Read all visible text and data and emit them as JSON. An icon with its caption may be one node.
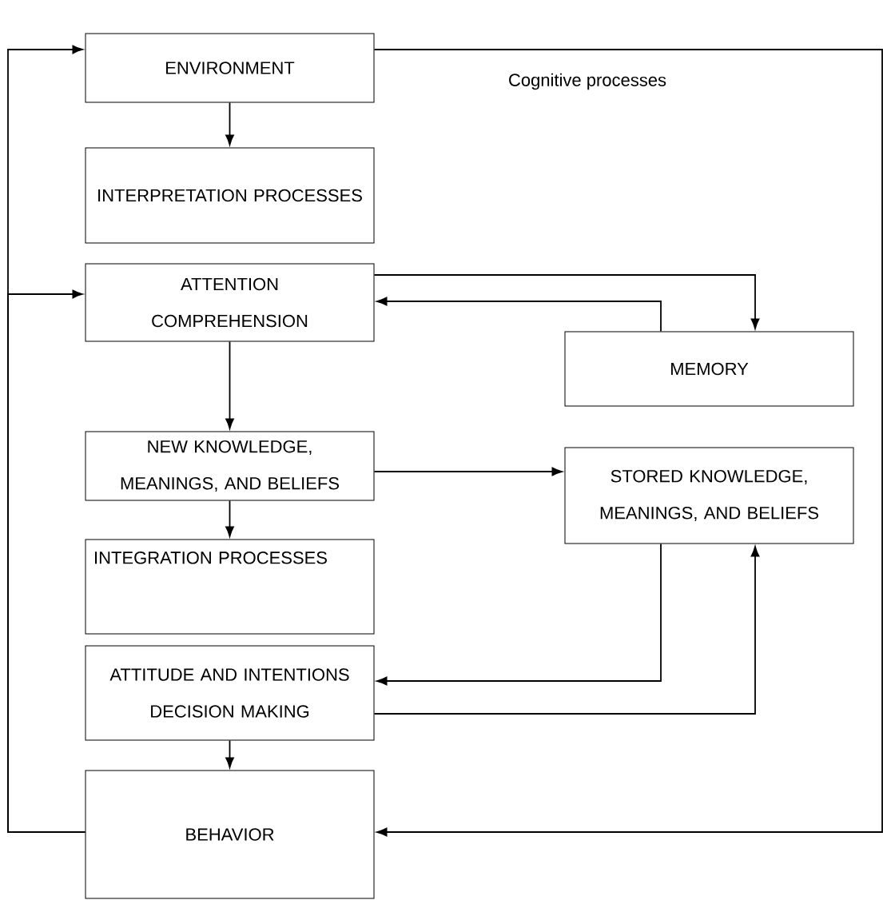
{
  "diagram": {
    "nodes": [
      {
        "text": [
          "ENVIRONMENT"
        ]
      },
      {
        "text": [
          "INTERPRETATION PROCESSES"
        ]
      },
      {
        "text": [
          "ATTENTION",
          "COMPREHENSION"
        ]
      },
      {
        "text": [
          "MEMORY"
        ]
      },
      {
        "text": [
          "NEW KNOWLEDGE, MEANINGS, AND BELIEFS"
        ]
      },
      {
        "text": [
          "STORED KNOWLEDGE, MEANINGS, AND BELIEFS"
        ]
      },
      {
        "text": [
          "INTEGRATION PROCESSES"
        ]
      },
      {
        "text": [
          "ATTITUDE AND INTENTIONS",
          "DECISION MAKING"
        ]
      },
      {
        "text": [
          "BEHAVIOR"
        ]
      }
    ],
    "edges": [
      {
        "from": 0,
        "to": 1,
        "arrow": "to"
      },
      {
        "from": 2,
        "to": 4,
        "arrow": "to"
      },
      {
        "from": 4,
        "to": 6,
        "arrow": "to"
      },
      {
        "from": 2,
        "to": 3,
        "arrow": "to"
      },
      {
        "from": 3,
        "to": 2,
        "arrow": "to"
      },
      {
        "from": 4,
        "to": 5,
        "arrow": "to"
      },
      {
        "from": 5,
        "to": 7,
        "arrow": "to"
      },
      {
        "from": 7,
        "to": 5,
        "arrow": "to"
      },
      {
        "from": 7,
        "to": 8,
        "arrow": "to"
      },
      {
        "from": 8,
        "to": 0,
        "arrow": "to"
      },
      {
        "from": 8,
        "to": 2,
        "arrow": "to"
      },
      {
        "from": 0,
        "to": 8,
        "arrow": "to"
      }
    ],
    "labels": [
      "Cognitive processes"
    ]
  }
}
